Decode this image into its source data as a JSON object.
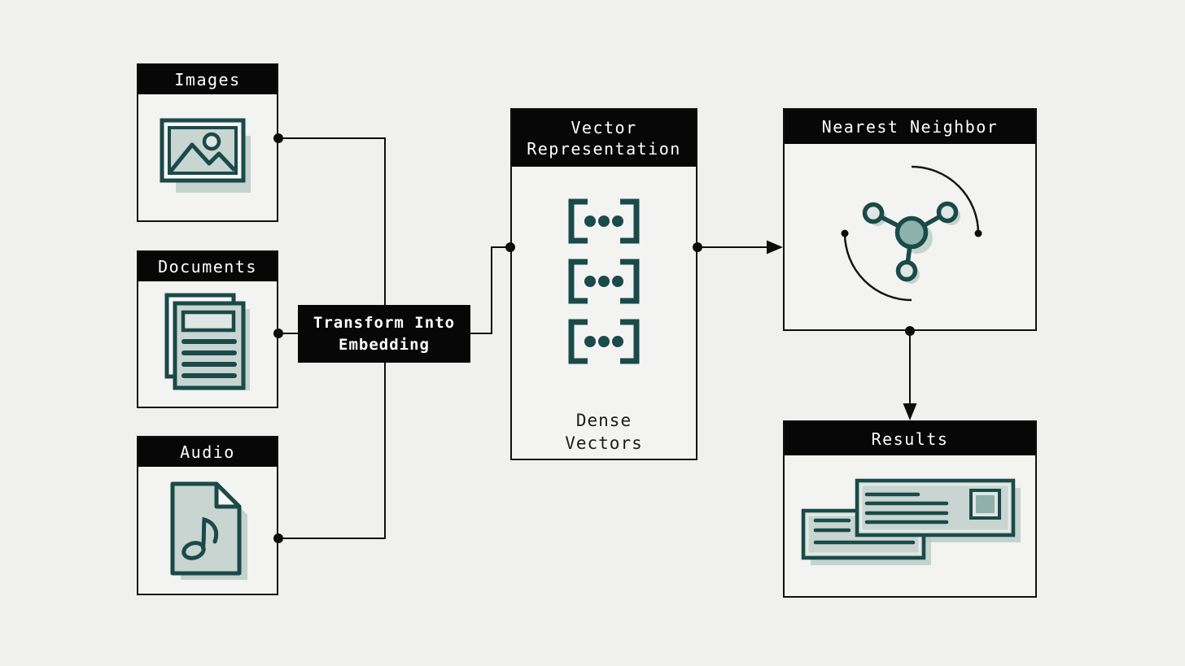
{
  "colors": {
    "background": "#f0f0ee",
    "panel_fill": "#f3f3f1",
    "header_fill": "#070707",
    "header_text": "#ffffff",
    "panel_border": "#101010",
    "wire": "#0d0d0d",
    "teal_dark": "#1a4a49",
    "teal_fill": "#c8d5d1",
    "teal_fill_light": "#dfe6e3",
    "teal_fill_mid": "#8fb1ab",
    "teal_shadow": "#b8cac6",
    "caption_text": "#1b1b1b"
  },
  "nodes": {
    "images": {
      "label": "Images",
      "icon": "image-icon"
    },
    "documents": {
      "label": "Documents",
      "icon": "documents-icon"
    },
    "audio": {
      "label": "Audio",
      "icon": "audio-file-icon"
    },
    "transform": {
      "label": "Transform Into\nEmbedding"
    },
    "vector": {
      "label": "Vector\nRepresentation",
      "caption": "Dense\nVectors",
      "vector_glyph_count": 3,
      "icon": "vector-brackets-icon"
    },
    "nearest": {
      "label": "Nearest Neighbor",
      "icon": "graph-nodes-icon"
    },
    "results": {
      "label": "Results",
      "icon": "result-cards-icon"
    }
  },
  "connections": [
    {
      "from": "Images",
      "to": "Transform Into Embedding"
    },
    {
      "from": "Documents",
      "to": "Transform Into Embedding"
    },
    {
      "from": "Audio",
      "to": "Transform Into Embedding"
    },
    {
      "from": "Transform Into Embedding",
      "to": "Vector Representation"
    },
    {
      "from": "Vector Representation",
      "to": "Nearest Neighbor"
    },
    {
      "from": "Nearest Neighbor",
      "to": "Results"
    }
  ]
}
